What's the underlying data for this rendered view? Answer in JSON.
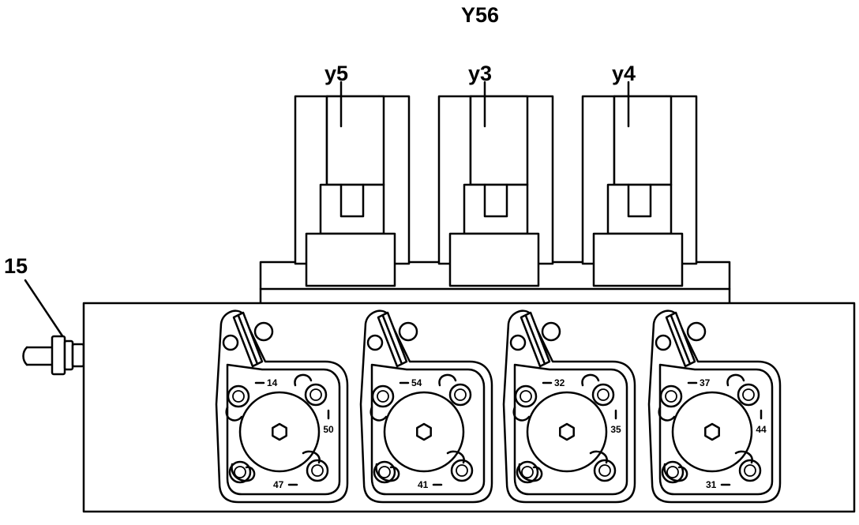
{
  "diagram": {
    "title": "Y56",
    "callout_fitting": "15",
    "solenoids": [
      {
        "label": "y5"
      },
      {
        "label": "y3"
      },
      {
        "label": "y4"
      }
    ],
    "ports": [
      {
        "top": "14",
        "side": "50",
        "bottom": "47"
      },
      {
        "top": "54",
        "side": "",
        "bottom": "41"
      },
      {
        "top": "32",
        "side": "35",
        "bottom": ""
      },
      {
        "top": "37",
        "side": "44",
        "bottom": "31"
      }
    ]
  }
}
